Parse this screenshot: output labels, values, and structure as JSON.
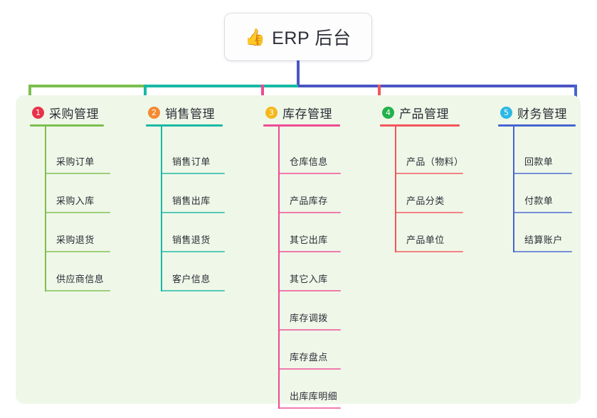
{
  "diagram": {
    "type": "mindmap",
    "root": {
      "icon": "thumbs-up-icon",
      "emoji": "👍",
      "title": "ERP 后台"
    },
    "panel_background": "#eff7e8",
    "branches": [
      {
        "number": "1",
        "badge_symbol": "❶",
        "badge_color": "#e8334a",
        "title": "采购管理",
        "color": "#7cbf4f",
        "children": [
          {
            "label": "采购订单"
          },
          {
            "label": "采购入库"
          },
          {
            "label": "采购退货"
          },
          {
            "label": "供应商信息"
          }
        ]
      },
      {
        "number": "2",
        "badge_symbol": "❷",
        "badge_color": "#f58a32",
        "title": "销售管理",
        "color": "#18b9a4",
        "children": [
          {
            "label": "销售订单"
          },
          {
            "label": "销售出库"
          },
          {
            "label": "销售退货"
          },
          {
            "label": "客户信息"
          }
        ]
      },
      {
        "number": "3",
        "badge_symbol": "❸",
        "badge_color": "#f5b81c",
        "title": "库存管理",
        "color": "#ef4a94",
        "children": [
          {
            "label": "仓库信息"
          },
          {
            "label": "产品库存"
          },
          {
            "label": "其它出库"
          },
          {
            "label": "其它入库"
          },
          {
            "label": "库存调拨"
          },
          {
            "label": "库存盘点"
          },
          {
            "label": "出库库明细"
          }
        ]
      },
      {
        "number": "4",
        "badge_symbol": "❹",
        "badge_color": "#22b14c",
        "title": "产品管理",
        "color": "#f4545c",
        "children": [
          {
            "label": "产品（物料）"
          },
          {
            "label": "产品分类"
          },
          {
            "label": "产品单位"
          }
        ]
      },
      {
        "number": "5",
        "badge_symbol": "❺",
        "badge_color": "#2eb8e6",
        "title": "财务管理",
        "color": "#4765d0",
        "children": [
          {
            "label": "回款单"
          },
          {
            "label": "付款单"
          },
          {
            "label": "结算账户"
          }
        ]
      }
    ],
    "connectors": {
      "trunk_color": "#4a55c4",
      "bus_segments": [
        {
          "color": "#7cbf4f"
        },
        {
          "color": "#18b9a4"
        },
        {
          "color": "#4a55c4"
        }
      ],
      "drop_colors": [
        "#7cbf4f",
        "#18b9a4",
        "#ef4a94",
        "#f4545c",
        "#4765d0"
      ]
    }
  }
}
